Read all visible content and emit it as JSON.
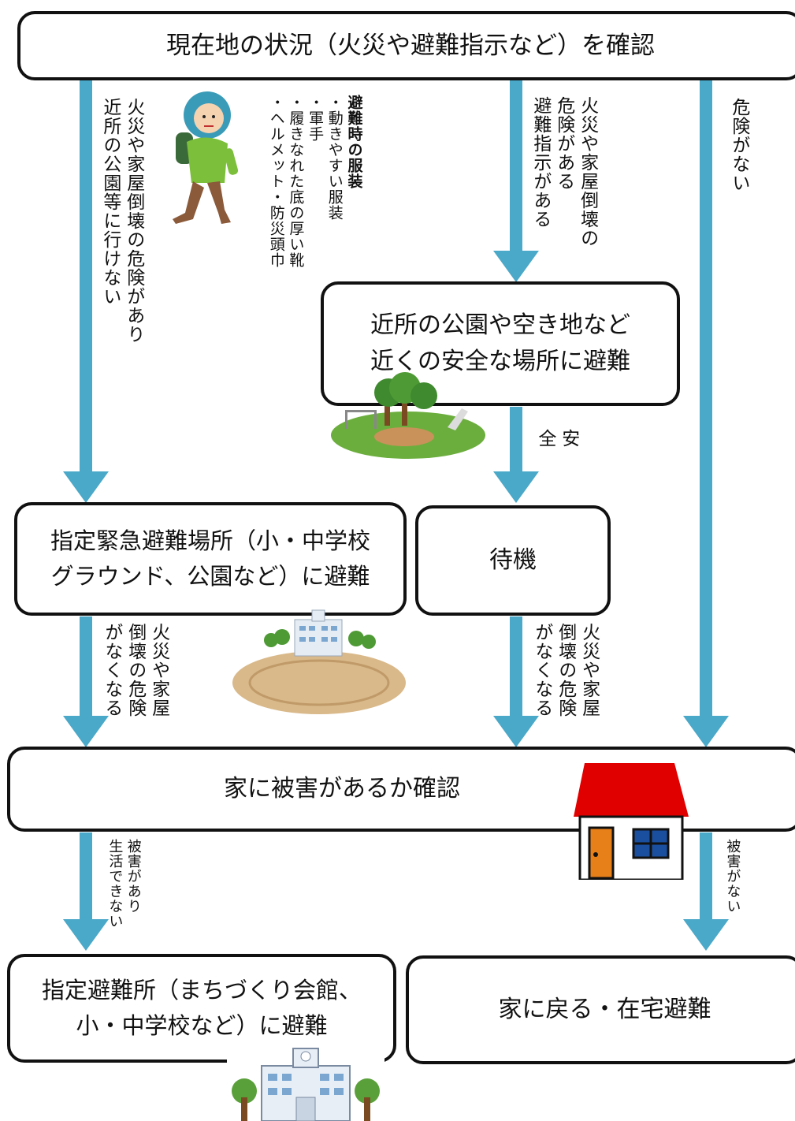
{
  "nodes": {
    "check_situation": "現在地の状況（火災や避難指示など）を確認",
    "nearby_park": [
      "近所の公園や空き地など",
      "近くの安全な場所に避難"
    ],
    "designated_emergency": [
      "指定緊急避難場所（小・中学校",
      "グラウンド、公園など）に避難"
    ],
    "standby": "待機",
    "check_house": "家に被害があるか確認",
    "designated_shelter": [
      "指定避難所（まちづくり会館、",
      "小・中学校など）に避難"
    ],
    "return_home": "家に戻る・在宅避難"
  },
  "edge_labels": {
    "cannot_reach_park": "火災や家屋倒壊の危険があり\n近所の公園等に行けない",
    "fire_or_order": "火災や家屋倒壊の\n危険がある\n避難指示がある",
    "no_danger": "危険がない",
    "safe": "安\n全",
    "danger_gone_left": "火災や家屋\n倒壊の危険\nがなくなる",
    "danger_gone_right": "火災や家屋\n倒壊の危険\nがなくなる",
    "damaged": "被害があり\n生活できない",
    "not_damaged": "被害がない"
  },
  "clothing": {
    "heading": "避難時の服装",
    "items": [
      "・動きやすい服装",
      "・軍手",
      "・履きなれた底の厚い靴",
      "・ヘルメット・防災頭巾"
    ]
  },
  "colors": {
    "arrow": "#4aa8c8",
    "house_roof": "#e00000",
    "house_door": "#e8801a",
    "house_window": "#1a4fa0",
    "grass": "#6cae3e",
    "ground": "#d9b98a"
  }
}
